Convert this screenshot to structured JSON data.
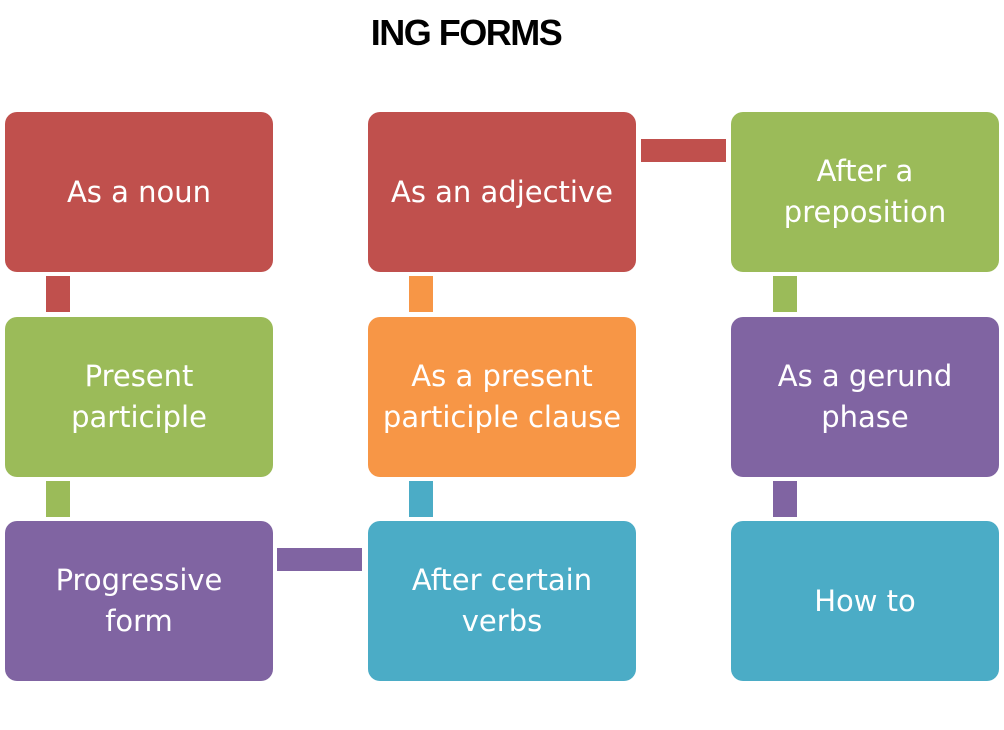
{
  "title": "ING FORMS",
  "boxes": {
    "as_a_noun": "As a noun",
    "present_participle": "Present participle",
    "progressive_form": "Progressive form",
    "as_an_adjective": "As an adjective",
    "as_a_present_participle_clause": "As a present participle clause",
    "after_certain_verbs": "After certain verbs",
    "after_a_preposition": "After a preposition",
    "as_a_gerund_phase": "As a gerund phase",
    "how_to": "How to"
  },
  "colors": {
    "red": "#c0504d",
    "green": "#9bbb59",
    "purple": "#8064a2",
    "orange": "#f79646",
    "teal": "#4bacc6"
  }
}
